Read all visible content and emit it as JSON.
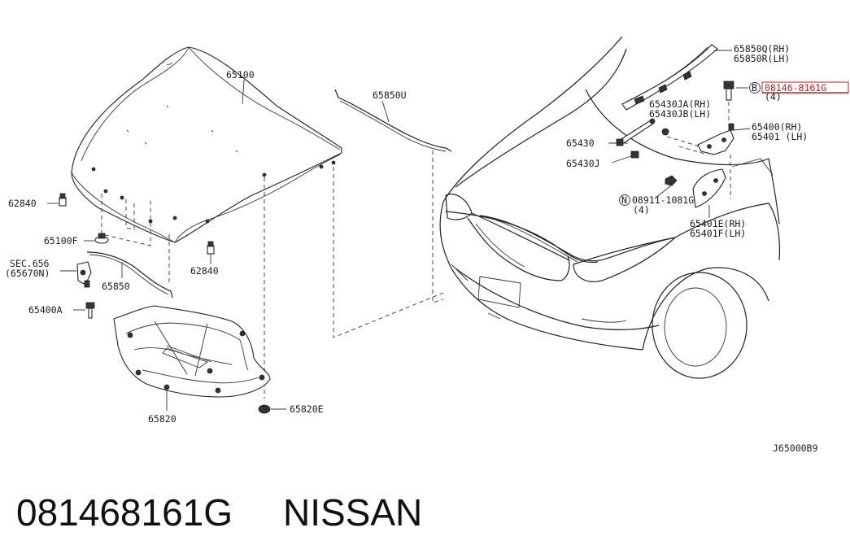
{
  "diagram_code": "J65000B9",
  "caption": {
    "part_number": "081468161G",
    "brand": "NISSAN"
  },
  "callouts": {
    "hood": "65100",
    "hood_seal_front": "65850U",
    "hood_seal_side_rh": "65850Q(RH)",
    "hood_seal_side_lh": "65850R(LH)",
    "bolt_highlight": "08146-8161G",
    "bolt_highlight_qty": "(4)",
    "bolt_prefix": "B",
    "stay_rh": "65430JA(RH)",
    "stay_lh": "65430JB(LH)",
    "hinge_rh": "65400(RH)",
    "hinge_lh": "65401 (LH)",
    "stay": "65430",
    "stay_clip": "65430J",
    "nut": "08911-1081G",
    "nut_prefix": "N",
    "nut_qty": "(4)",
    "hinge_assy_rh": "65401E(RH)",
    "hinge_assy_lh": "65401F(LH)",
    "bumper_left": "62840",
    "bumper_right": "62840",
    "clip": "65100F",
    "sec_ref": "SEC.656",
    "sec_ref_sub": "(65670N)",
    "seal_lower": "65850",
    "bolt": "65400A",
    "insulator": "65820",
    "insulator_clip": "65820E"
  },
  "colors": {
    "highlight": "#d11a1a",
    "line": "#222222"
  }
}
